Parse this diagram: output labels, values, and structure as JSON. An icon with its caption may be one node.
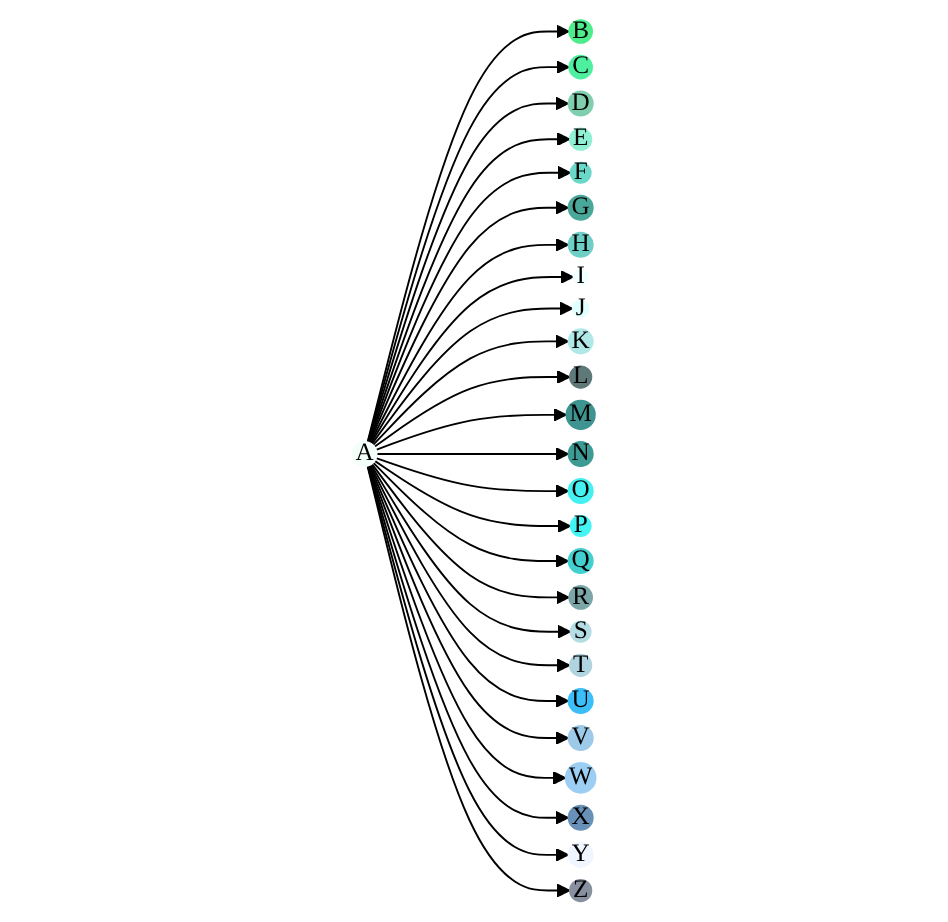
{
  "diagram": {
    "nodes": [
      {
        "text": [
          "A"
        ]
      },
      {
        "text": [
          "B"
        ]
      },
      {
        "text": [
          "C"
        ]
      },
      {
        "text": [
          "D"
        ]
      },
      {
        "text": [
          "E"
        ]
      },
      {
        "text": [
          "F"
        ]
      },
      {
        "text": [
          "G"
        ]
      },
      {
        "text": [
          "H"
        ]
      },
      {
        "text": [
          "I"
        ]
      },
      {
        "text": [
          "J"
        ]
      },
      {
        "text": [
          "K"
        ]
      },
      {
        "text": [
          "L"
        ]
      },
      {
        "text": [
          "M"
        ]
      },
      {
        "text": [
          "N"
        ]
      },
      {
        "text": [
          "O"
        ]
      },
      {
        "text": [
          "P"
        ]
      },
      {
        "text": [
          "Q"
        ]
      },
      {
        "text": [
          "R"
        ]
      },
      {
        "text": [
          "S"
        ]
      },
      {
        "text": [
          "T"
        ]
      },
      {
        "text": [
          "U"
        ]
      },
      {
        "text": [
          "V"
        ]
      },
      {
        "text": [
          "W"
        ]
      },
      {
        "text": [
          "X"
        ]
      },
      {
        "text": [
          "Y"
        ]
      },
      {
        "text": [
          "Z"
        ]
      }
    ],
    "edges": [
      {
        "from": 0,
        "to": 1,
        "arrow": "to"
      },
      {
        "from": 0,
        "to": 2,
        "arrow": "to"
      },
      {
        "from": 0,
        "to": 3,
        "arrow": "to"
      },
      {
        "from": 0,
        "to": 4,
        "arrow": "to"
      },
      {
        "from": 0,
        "to": 5,
        "arrow": "to"
      },
      {
        "from": 0,
        "to": 6,
        "arrow": "to"
      },
      {
        "from": 0,
        "to": 7,
        "arrow": "to"
      },
      {
        "from": 0,
        "to": 8,
        "arrow": "to"
      },
      {
        "from": 0,
        "to": 9,
        "arrow": "to"
      },
      {
        "from": 0,
        "to": 10,
        "arrow": "to"
      },
      {
        "from": 0,
        "to": 11,
        "arrow": "to"
      },
      {
        "from": 0,
        "to": 12,
        "arrow": "to"
      },
      {
        "from": 0,
        "to": 13,
        "arrow": "to"
      },
      {
        "from": 0,
        "to": 14,
        "arrow": "to"
      },
      {
        "from": 0,
        "to": 15,
        "arrow": "to"
      },
      {
        "from": 0,
        "to": 16,
        "arrow": "to"
      },
      {
        "from": 0,
        "to": 17,
        "arrow": "to"
      },
      {
        "from": 0,
        "to": 18,
        "arrow": "to"
      },
      {
        "from": 0,
        "to": 19,
        "arrow": "to"
      },
      {
        "from": 0,
        "to": 20,
        "arrow": "to"
      },
      {
        "from": 0,
        "to": 21,
        "arrow": "to"
      },
      {
        "from": 0,
        "to": 22,
        "arrow": "to"
      },
      {
        "from": 0,
        "to": 23,
        "arrow": "to"
      },
      {
        "from": 0,
        "to": 24,
        "arrow": "to"
      },
      {
        "from": 0,
        "to": 25,
        "arrow": "to"
      }
    ]
  }
}
